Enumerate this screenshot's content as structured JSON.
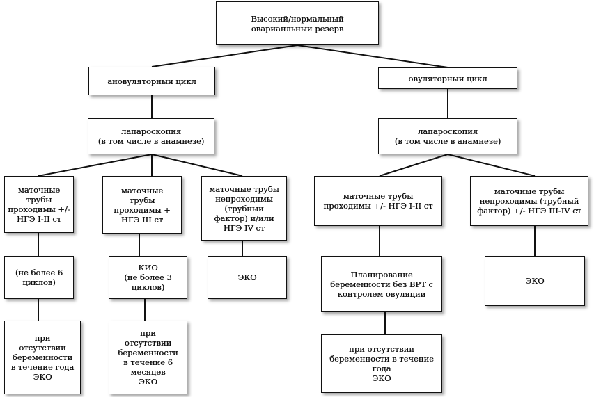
{
  "nodes": {
    "root": "Высокий/нормальный\nоварианльный резерв",
    "anovulatory": "ановуляторный цикл",
    "ovulatory": "овуляторный   цикл",
    "lap_left": "лапароскопия\n(в том числе в анамнезе)",
    "lap_right": "лапароскопия\n(в том числе в анамнезе)",
    "tubes_1_2": "маточные\nтрубы\nпроходимы +/-\nНГЭ I-II ст",
    "tubes_3": "маточные\nтрубы\nпроходимы +\nНГЭ III ст",
    "tubes_blocked_left": "маточные трубы\nнепроходимы\n(трубный\nфактор) и/или\nНГЭ IV ст",
    "tubes_right": "маточные трубы\nпроходимы +/- НГЭ I-II ст",
    "tubes_blocked_right": "маточные трубы\nнепроходимы (трубный\nфактор) +/- НГЭ III-IV ст",
    "cycles6": "(не более 6\nциклов)",
    "kio": "КИО\n(не более 3\nциклов)",
    "eko_left": "ЭКО",
    "planning": "Планирование\nбеременности без ВРТ с\nконтролем овуляции",
    "eko_right": "ЭКО",
    "no_preg_year_left": "при\nотсутствии\nбеременности\nв течение года\nЭКО",
    "no_preg_6m": "при\nотсутствии\nбеременности\nв течение 6\nмесяцев\nЭКО",
    "no_preg_year_right": "при отсутствии\nбеременности в течение\nгода\nЭКО"
  }
}
